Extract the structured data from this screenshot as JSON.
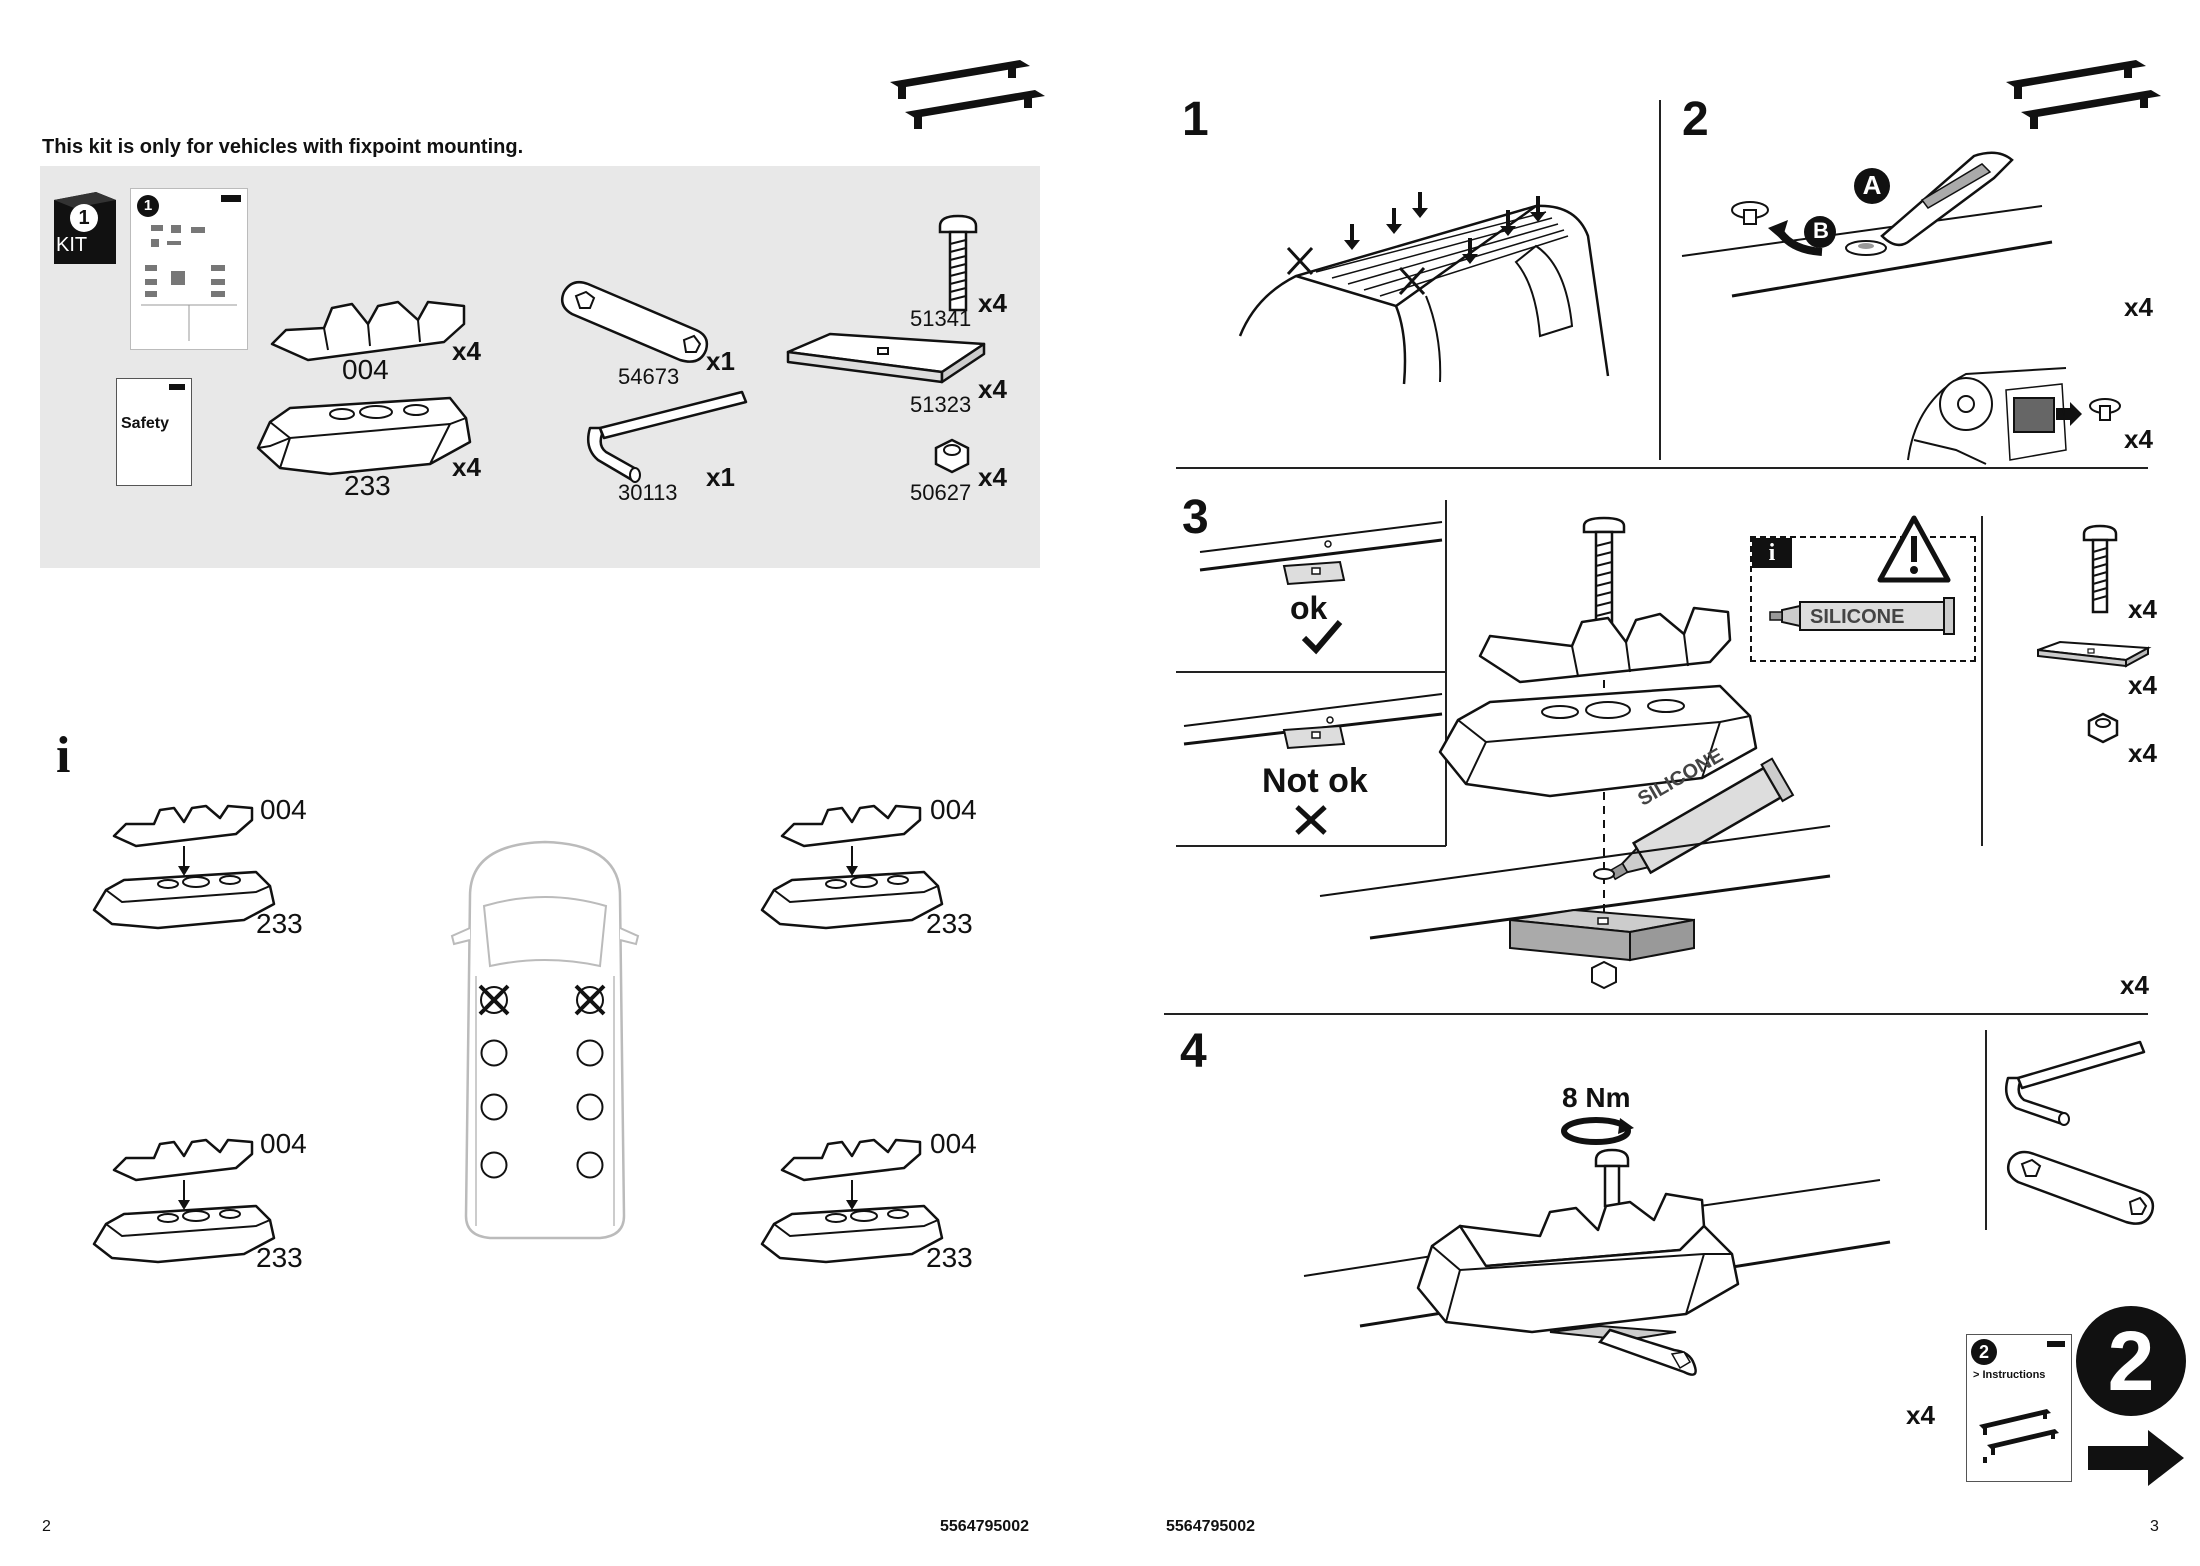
{
  "left_page": {
    "notice": "This kit is only for vehicles with fixpoint mounting.",
    "kit_badge": {
      "number": "1",
      "label": "KIT"
    },
    "booklet_badge": "1",
    "safety_label": "Safety",
    "parts": [
      {
        "code": "004",
        "qty": "x4"
      },
      {
        "code": "233",
        "qty": "x4"
      },
      {
        "code": "54673",
        "qty": "x1"
      },
      {
        "code": "30113",
        "qty": "x1"
      },
      {
        "code": "51341",
        "qty": "x4"
      },
      {
        "code": "51323",
        "qty": "x4"
      },
      {
        "code": "50627",
        "qty": "x4"
      }
    ],
    "info_icon": "i",
    "assembly_labels": {
      "top_part": "004",
      "bottom_part": "233"
    },
    "page_number": "2",
    "doc_number": "5564795002"
  },
  "right_page": {
    "doc_number": "5564795002",
    "page_number": "3",
    "steps": [
      {
        "number": "1"
      },
      {
        "number": "2",
        "callout_a": "A",
        "callout_b": "B",
        "qty_top": "x4",
        "qty_bottom": "x4"
      },
      {
        "number": "3",
        "ok_label": "ok",
        "not_ok_label": "Not ok",
        "silicone_label": "SILICONE",
        "info_icon": "i",
        "qty_bolt": "x4",
        "qty_plate": "x4",
        "qty_nut": "x4",
        "qty_main": "x4"
      },
      {
        "number": "4",
        "torque": "8 Nm"
      }
    ],
    "next": {
      "qty": "x4",
      "booklet_badge": "2",
      "booklet_title": "> Instructions",
      "big_number": "2"
    }
  },
  "colors": {
    "panel_gray": "#e8e8e8",
    "ink": "#111111",
    "line": "#222222"
  }
}
